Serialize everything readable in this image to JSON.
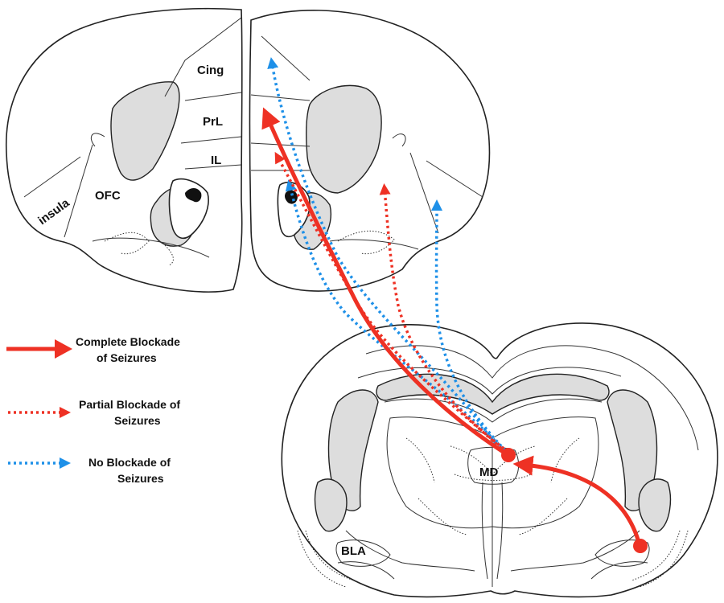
{
  "regions": {
    "cing": "Cing",
    "prl": "PrL",
    "il": "IL",
    "ofc": "OFC",
    "insula": "insula",
    "md": "MD",
    "bla": "BLA"
  },
  "legend": [
    {
      "key": "complete",
      "line1": "Complete Blockade",
      "line2": "of Seizures",
      "color": "#ee3124"
    },
    {
      "key": "partial",
      "line1": "Partial Blockade of",
      "line2": "Seizures",
      "color": "#ee3124"
    },
    {
      "key": "none",
      "line1": "No Blockade of",
      "line2": "Seizures",
      "color": "#1e90e8"
    }
  ],
  "colors": {
    "complete": "#ee3124",
    "partial": "#ee3124",
    "none": "#1e90e8",
    "grey_matter": "#dddddd"
  }
}
